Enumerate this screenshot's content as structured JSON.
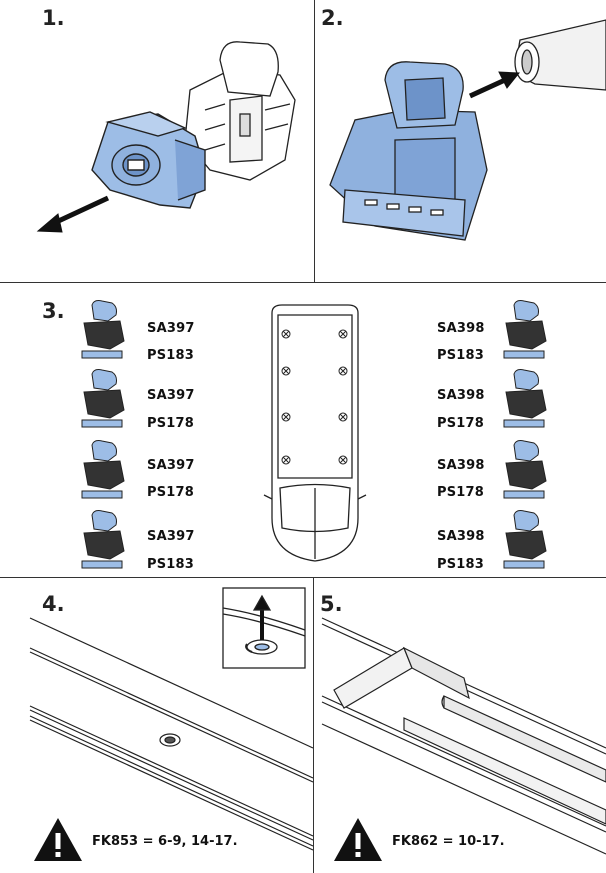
{
  "steps": {
    "s1": "1.",
    "s2": "2.",
    "s3": "3.",
    "s4": "4.",
    "s5": "5."
  },
  "fitting_table": {
    "left": [
      {
        "foot": "SA397",
        "pad": "PS183"
      },
      {
        "foot": "SA397",
        "pad": "PS178"
      },
      {
        "foot": "SA397",
        "pad": "PS178"
      },
      {
        "foot": "SA397",
        "pad": "PS183"
      }
    ],
    "right": [
      {
        "foot": "SA398",
        "pad": "PS183"
      },
      {
        "foot": "SA398",
        "pad": "PS178"
      },
      {
        "foot": "SA398",
        "pad": "PS178"
      },
      {
        "foot": "SA398",
        "pad": "PS183"
      }
    ]
  },
  "warnings": {
    "w4": "FK853 = 6-9, 14-17.",
    "w5": "FK862 = 10-17."
  },
  "colors": {
    "part_blue": "#9dbde6",
    "line_dark": "#222222",
    "warning_black": "#111111"
  }
}
